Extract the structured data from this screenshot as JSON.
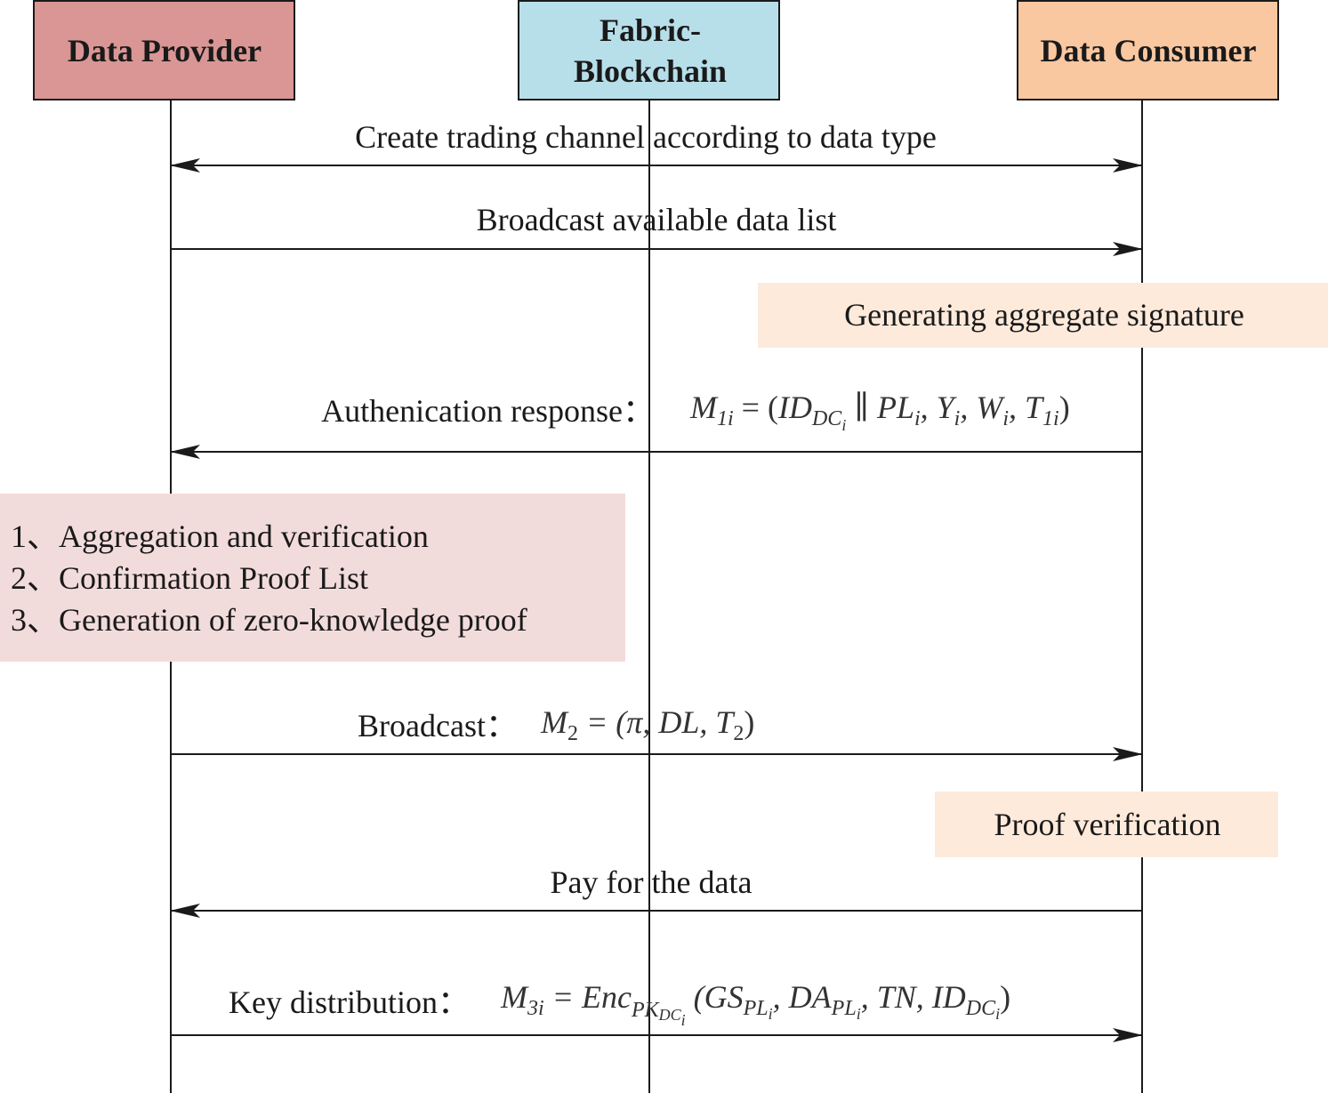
{
  "participants": {
    "provider": {
      "label": "Data Provider",
      "fill": "#d99694"
    },
    "blockchain": {
      "label_line1": "Fabric-",
      "label_line2": "Blockchain",
      "fill": "#b7dfea"
    },
    "consumer": {
      "label": "Data Consumer",
      "fill": "#f9c7a0"
    }
  },
  "colors": {
    "consumer_note": "#fdeadb",
    "provider_note": "#f2dcdb",
    "line": "#1a1a1a"
  },
  "messages": {
    "create_channel": "Create trading channel according to data type",
    "broadcast_list": "Broadcast available data list",
    "auth_response": "Authenication response：",
    "broadcast": "Broadcast：",
    "pay": "Pay for the data",
    "key_distribution": "Key distribution："
  },
  "notes": {
    "aggregate_signature": "Generating aggregate signature",
    "provider_steps": [
      "1、Aggregation and verification",
      "2、Confirmation Proof List",
      "3、Generation of zero-knowledge proof"
    ],
    "proof_verification": "Proof verification"
  },
  "formulas": {
    "m1": {
      "lhs": "M",
      "lhs_sub": "1i",
      "eq": " = (",
      "id": "ID",
      "id_sub": "DC",
      "id_sub_sub": "i",
      "rest_a": " ∥ PL",
      "rest_a_sub": "i",
      "rest_b": ", Y",
      "rest_b_sub": "i",
      "rest_c": ", W",
      "rest_c_sub": "i",
      "rest_d": ", T",
      "rest_d_sub": "1i",
      "close": ")"
    },
    "m2": {
      "lhs": "M",
      "lhs_sub": "2",
      "eq": " = (π, DL, T",
      "t_sub": "2",
      "close": ")"
    },
    "m3": {
      "lhs": "M",
      "lhs_sub": "3i",
      "eq": " = Enc",
      "enc_sub": "PK",
      "enc_sub2": "DC",
      "enc_sub3": "i",
      "open": " (GS",
      "gs_sub": "PL",
      "gs_sub2": "i",
      "da": ", DA",
      "da_sub": "PL",
      "da_sub2": "i",
      "tn": ", TN, ID",
      "id_sub": "DC",
      "id_sub2": "i",
      "close": ")"
    }
  }
}
